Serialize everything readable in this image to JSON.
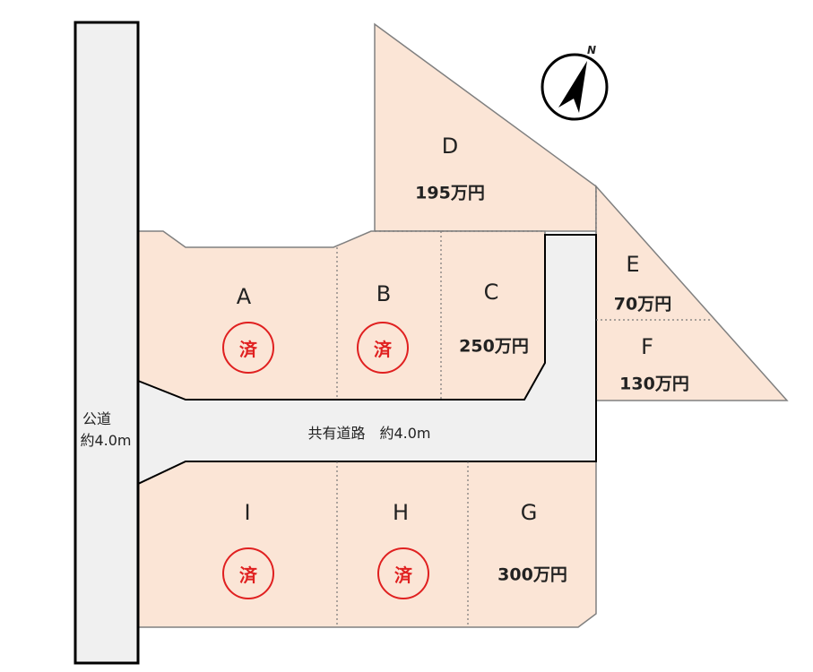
{
  "public_road": {
    "line1": "公道",
    "line2": "約4.0m"
  },
  "shared_road": "共有道路　約4.0m",
  "compass": {
    "label": "N"
  },
  "lots": [
    {
      "id": "A",
      "status": "済"
    },
    {
      "id": "B",
      "status": "済"
    },
    {
      "id": "C",
      "price": "250万円"
    },
    {
      "id": "D",
      "price": "195万円"
    },
    {
      "id": "E",
      "price": "70万円"
    },
    {
      "id": "F",
      "price": "130万円"
    },
    {
      "id": "G",
      "price": "300万円"
    },
    {
      "id": "H",
      "status": "済"
    },
    {
      "id": "I",
      "status": "済"
    }
  ],
  "colors": {
    "lot": "#fbe5d6",
    "road": "#f0f0f0",
    "sold": "#e02020"
  }
}
